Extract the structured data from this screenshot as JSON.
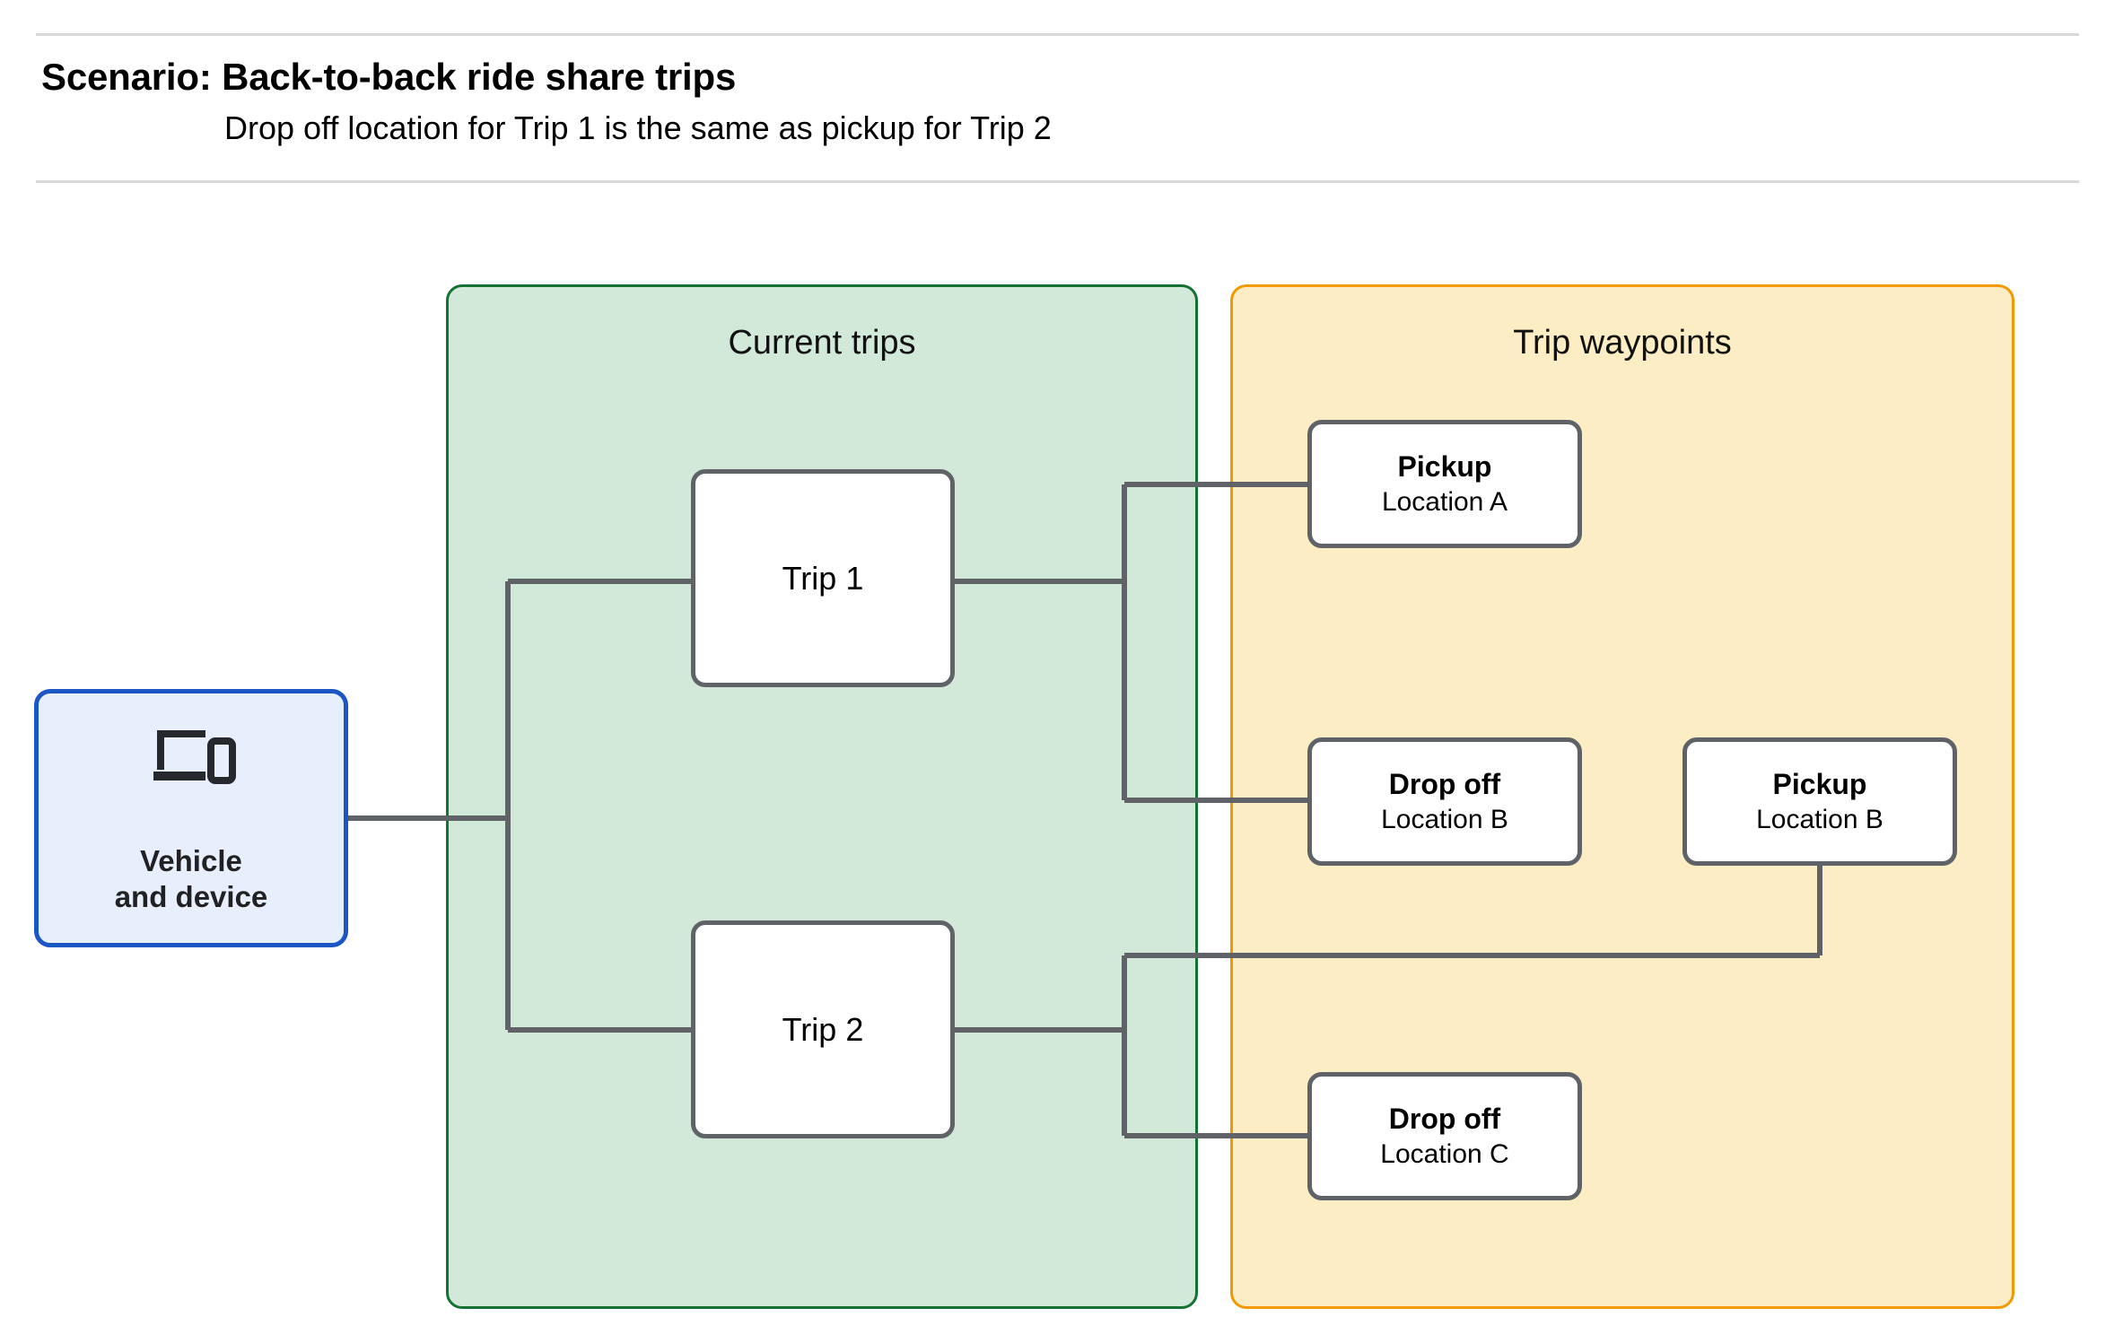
{
  "header": {
    "title": "Scenario: Back-to-back ride share trips",
    "subtitle": "Drop off  location for Trip 1 is the same as pickup for Trip 2"
  },
  "groups": {
    "current_trips": {
      "title": "Current trips",
      "fill": "#d2e8d9",
      "border": "#137333"
    },
    "trip_waypoints": {
      "title": "Trip waypoints",
      "fill": "#fcedc4",
      "border": "#f29900"
    }
  },
  "nodes": {
    "vehicle": {
      "label": "Vehicle\nand device",
      "icon": "devices-icon",
      "fill": "#e8effc",
      "border": "#1a56c4"
    },
    "trips": [
      {
        "label": "Trip 1"
      },
      {
        "label": "Trip 2"
      }
    ],
    "waypoints": [
      {
        "type": "Pickup",
        "location": "Location A"
      },
      {
        "type": "Drop off",
        "location": "Location B"
      },
      {
        "type": "Pickup",
        "location": "Location B"
      },
      {
        "type": "Drop off",
        "location": "Location C"
      }
    ]
  },
  "connector_color": "#5f6368"
}
